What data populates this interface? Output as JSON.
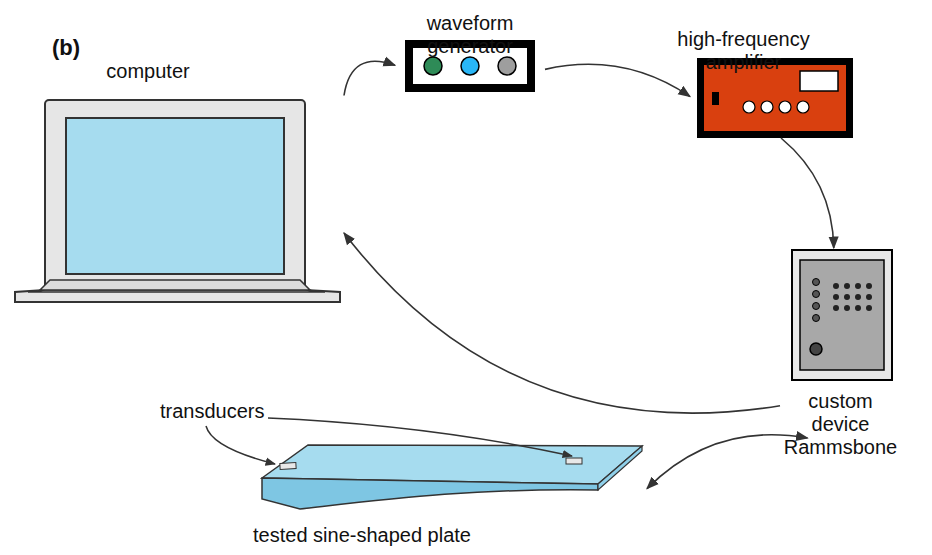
{
  "diagram": {
    "nodes": [
      {
        "text": [
          "computer"
        ]
      },
      {
        "text": [
          "waveform generator"
        ]
      },
      {
        "text": [
          "high-frequency amplifier"
        ]
      },
      {
        "text": [
          "custom device Rammsbone"
        ]
      },
      {
        "text": [
          "tested sine-shaped plate"
        ]
      }
    ],
    "edges": [
      {
        "from": 0,
        "to": 1,
        "arrow": "to"
      },
      {
        "from": 1,
        "to": 2,
        "arrow": "to"
      },
      {
        "from": 2,
        "to": 3,
        "arrow": "to"
      },
      {
        "from": 3,
        "to": 0,
        "arrow": "to"
      },
      {
        "from": 4,
        "to": 3,
        "arrow": "both"
      }
    ],
    "labels": [
      "(b)",
      "transducers"
    ]
  }
}
